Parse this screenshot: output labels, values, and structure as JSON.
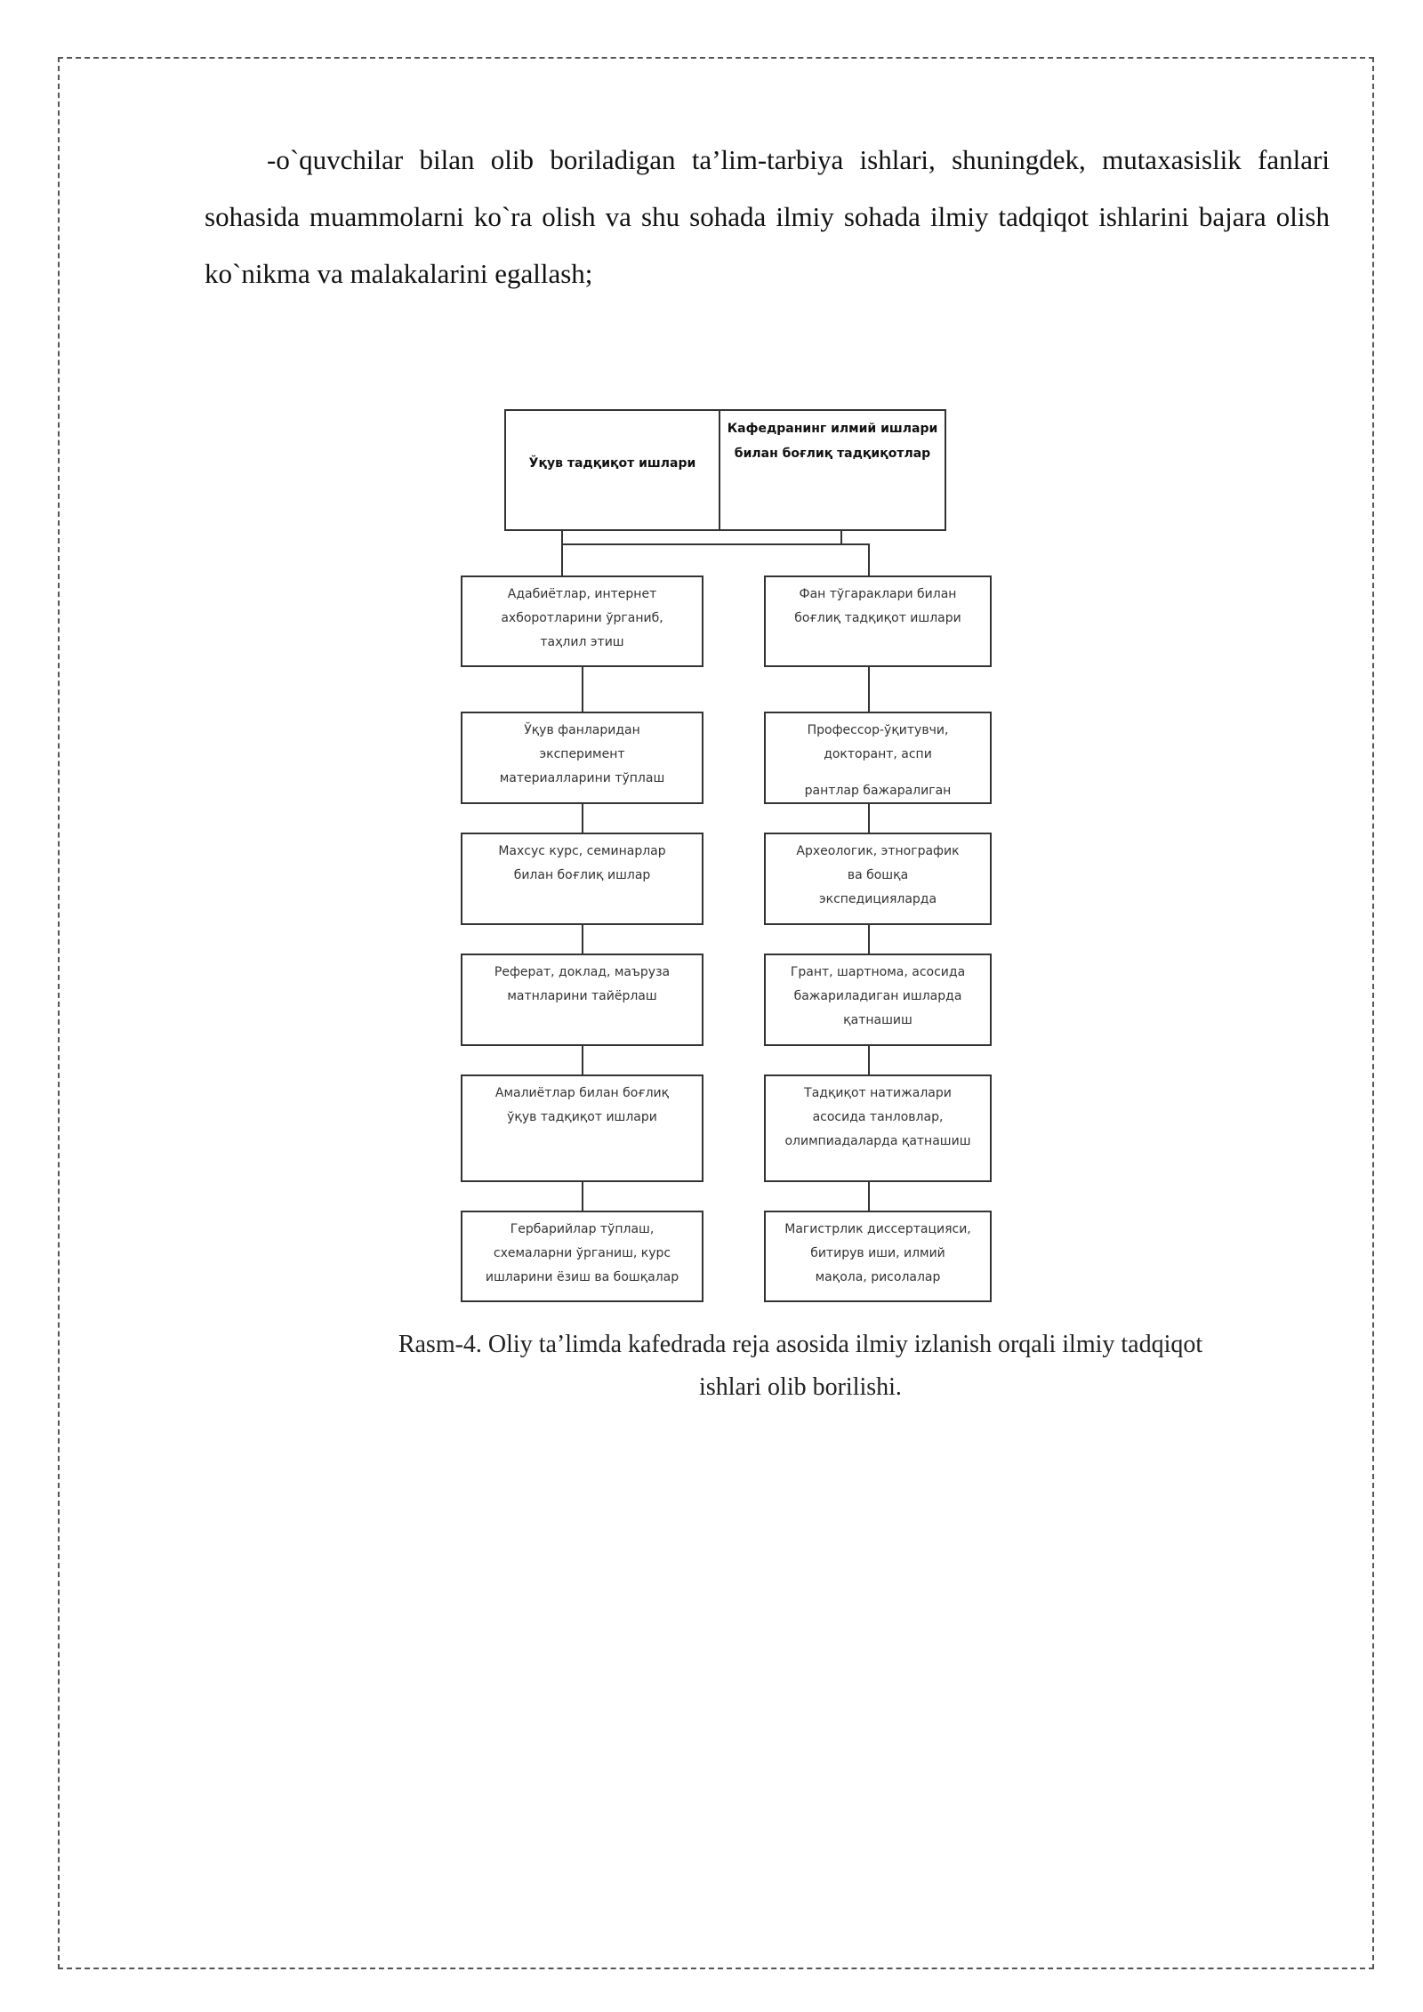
{
  "paragraph": {
    "text": "-o`quvchilar bilan olib boriladigan ta’lim-tarbiya ishlari, shuningdek, mutaxasislik fanlari sohasida muammolarni ko`ra olish va shu sohada ilmiy sohada ilmiy tadqiqot ishlarini bajara olish ko`nikma va malakalarini egallash;"
  },
  "diagram": {
    "header": {
      "left": "Ўқув тадқиқот ишлари",
      "right_line1": "Кафедранинг илмий ишлари",
      "right_line2": "билан боғлиқ тадқиқотлар"
    },
    "left_column": [
      {
        "lines": [
          "Адабиётлар, интернет",
          "ахборотларини ўрганиб,",
          "таҳлил этиш"
        ]
      },
      {
        "lines": [
          "Ўқув фанларидан",
          "эксперимент",
          "материалларини тўплаш"
        ]
      },
      {
        "lines": [
          "Махсус курс, семинарлар",
          "билан боғлиқ ишлар"
        ]
      },
      {
        "lines": [
          "Реферат, доклад, маъруза",
          "матнларини тайёрлаш"
        ]
      },
      {
        "lines": [
          "Амалиётлар билан боғлиқ",
          "ўқув тадқиқот ишлари"
        ]
      },
      {
        "lines": [
          "Гербарийлар тўплаш,",
          "схемаларни ўрганиш, курс",
          "ишларини ёзиш ва бошқалар"
        ]
      }
    ],
    "right_column": [
      {
        "lines": [
          "Фан тўгараклари билан",
          "боғлиқ тадқиқот ишлари"
        ]
      },
      {
        "lines": [
          "Профессор-ўқитувчи,",
          "докторант, аспи",
          "рантлар бажаралиган"
        ]
      },
      {
        "lines": [
          "Археологик, этнографик",
          "ва бошқа",
          "экспедицияларда"
        ]
      },
      {
        "lines": [
          "Грант, шартнома, асосида",
          "бажариладиган ишларда",
          "қатнашиш"
        ]
      },
      {
        "lines": [
          "Тадқиқот натижалари",
          "асосида танловлар,",
          "олимпиадаларда қатнашиш"
        ]
      },
      {
        "lines": [
          "Магистрлик диссертацияси,",
          "битирув иши, илмий",
          "мақола, рисолалар"
        ]
      }
    ]
  },
  "caption": {
    "line1": "Rasm-4. Oliy ta’limda kafedrada reja asosida ilmiy izlanish orqali ilmiy tadqiqot",
    "line2": "ishlari olib borilishi."
  }
}
